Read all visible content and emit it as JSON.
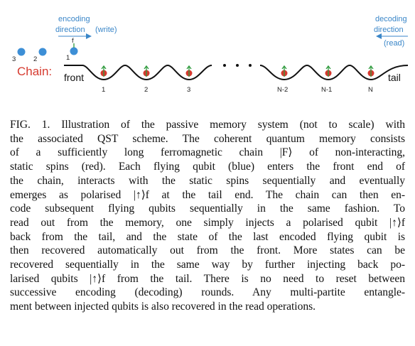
{
  "figure": {
    "encoding_label_line1": "encoding",
    "encoding_label_line2": "direction",
    "encoding_label_write": "(write)",
    "decoding_label_line1": "decoding",
    "decoding_label_line2": "direction",
    "decoding_label_read": "(read)",
    "chain_label": "Chain:",
    "front_label": "front",
    "tail_label": "tail",
    "qubit_labels": [
      "3",
      "2",
      "1",
      "f"
    ],
    "site_labels": [
      "1",
      "2",
      "3",
      "N-2",
      "N-1",
      "N"
    ],
    "colors": {
      "flying_qubit": "#3d8fd6",
      "static_spin": "#d63a2f",
      "spin_arrow": "#2e9a3c",
      "label_blue": "#3a86c8",
      "chain_label": "#d63a2f"
    }
  },
  "caption": {
    "lines": [
      "FIG. 1. Illustration of the passive memory system (not to scale) with",
      "the associated QST scheme. The coherent quantum memory consists",
      "of a sufficiently long ferromagnetic chain |F⟩ of non-interacting,",
      "static spins (red). Each flying qubit (blue) enters the front end of",
      "the chain, interacts with the static spins sequentially and eventually",
      "emerges as polarised |↑⟩f at the tail end. The chain can then en-",
      "code subsequent flying qubits sequentially in the same fashion. To",
      "read out from the memory, one simply injects a polarised qubit |↑⟩f",
      "back from the tail, and the state of the last encoded flying qubit is",
      "then recovered automatically out from the front. More states can be",
      "recovered sequentially in the same way by further injecting back po-",
      "larised qubits |↑⟩f from the tail. There is no need to reset between",
      "successive encoding (decoding) rounds. Any multi-partite entangle-",
      "ment between injected qubits is also recovered in the read operations."
    ]
  }
}
